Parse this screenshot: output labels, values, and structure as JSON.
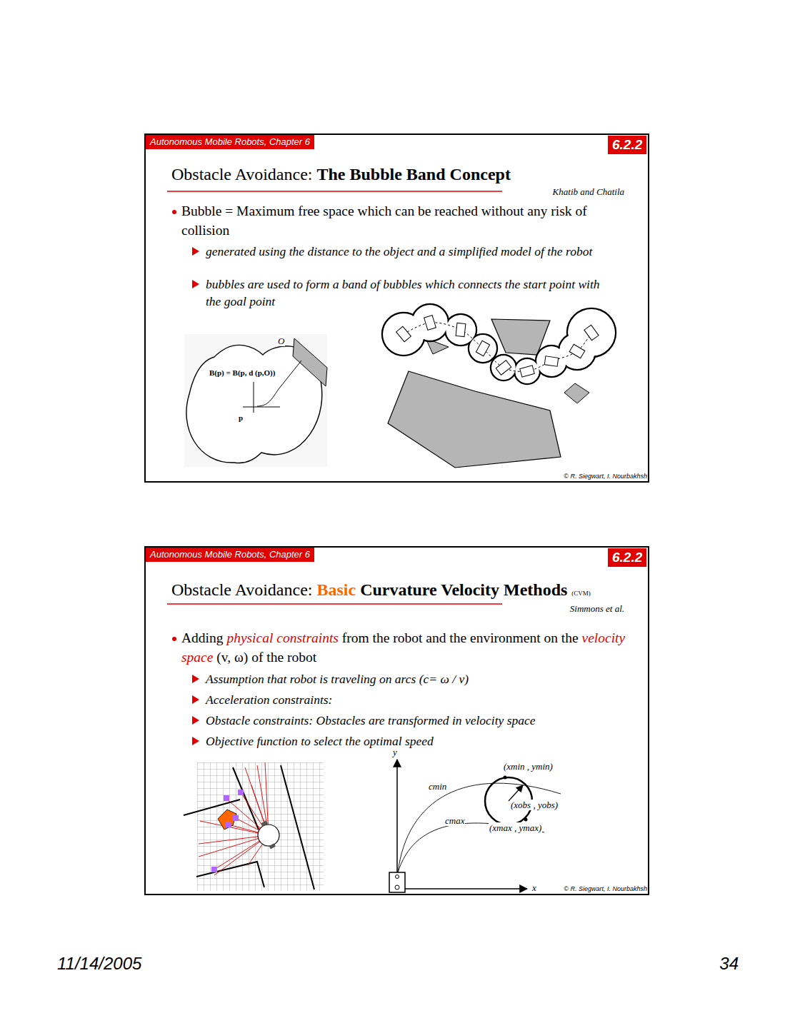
{
  "diagram": {
    "nodes": [
      {
        "text": [
          "Autonomous Mobile Robots, Chapter 6",
          "6.2.2",
          "Obstacle Avoidance:",
          "The Bubble Band Concept",
          "Khatib and Chatila",
          "Bubble = Maximum free space which can be reached without any risk of collision",
          "generated using the distance to the object and a simplified model of the robot",
          "bubbles are used to form a band of bubbles which connects the start point with the goal point",
          "© R. Siegwart, I. Nourbakhsh"
        ]
      },
      {
        "text": [
          "Autonomous Mobile Robots, Chapter 6",
          "6.2.2",
          "Obstacle Avoidance:",
          "Basic",
          "Curvature Velocity Methods",
          "(CVM)",
          "Simmons et al.",
          "Adding",
          "physical constraints",
          "from the robot and the environment on the",
          "velocity space",
          "(v, ω) of the robot",
          "Assumption that robot is traveling on arcs (c= ω / v)",
          "Acceleration constraints:",
          "Obstacle constraints: Obstacles are transformed in velocity space",
          "Objective function to select the optimal speed",
          "© R. Siegwart, I. Nourbakhsh"
        ]
      }
    ],
    "labels": [
      "O",
      "B(p) = B(p, d (p,O))",
      "p",
      "y",
      "x",
      "cmin",
      "cmax",
      "(xmin , ymin)",
      "(xobs , yobs)",
      "(xmax , ymax)",
      "11/14/2005",
      "34"
    ]
  }
}
